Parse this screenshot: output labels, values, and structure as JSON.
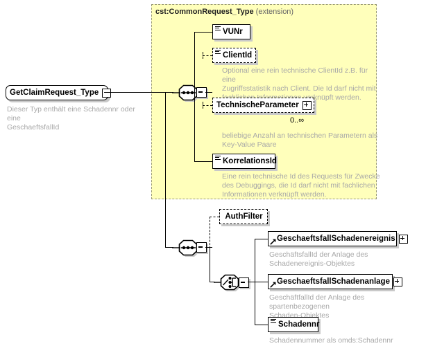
{
  "diagram": {
    "type": "xsd-schema-diagram",
    "root": {
      "name": "GetClaimRequest_Type",
      "shape": "rounded-box",
      "toggle": "collapse",
      "annotation": "Dieser Typ enthält eine Schadennr oder eine\nGeschaeftsfallId"
    },
    "extension_group": {
      "base_type": "cst:CommonRequest_Type",
      "kind": "(extension)",
      "compositor": "sequence",
      "children": [
        {
          "name": "VUNr",
          "icon": "simple-type-icon",
          "optional": false,
          "toggle": null,
          "cardinality": null,
          "annotation": null
        },
        {
          "name": "ClientId",
          "icon": "simple-type-icon",
          "optional": true,
          "toggle": null,
          "cardinality": null,
          "annotation": "Optional eine rein technische ClientId z.B. für eine\nZugriffsstatistik nach Client. Die Id darf nicht mit\nfachlichen Informationen verknüpft werden."
        },
        {
          "name": "TechnischeParameter",
          "icon": null,
          "optional": true,
          "toggle": "expand",
          "cardinality": "0..∞",
          "annotation": "beliebige Anzahl an technischen Parametern als\nKey-Value Paare"
        },
        {
          "name": "KorrelationsId",
          "icon": "simple-type-icon",
          "optional": false,
          "toggle": null,
          "cardinality": null,
          "annotation": "Eine rein technische Id des Requests für Zwecke\ndes Debuggings, die Id darf nicht mit fachlichen\nInformationen verknüpft werden."
        }
      ]
    },
    "sequence_group": {
      "compositor": "sequence",
      "children": [
        {
          "name": "AuthFilter",
          "icon": null,
          "optional": true,
          "toggle": null,
          "cardinality": null,
          "annotation": null
        }
      ],
      "choice_group": {
        "compositor": "choice",
        "children": [
          {
            "name": "GeschaeftsfallSchadenereignis",
            "icon": "reference-arrow-icon",
            "optional": false,
            "toggle": "expand",
            "cardinality": null,
            "annotation": "GeschäftsfallId der Anlage des\nSchadenereignis-Objektes"
          },
          {
            "name": "GeschaeftsfallSchadenanlage",
            "icon": "reference-arrow-icon",
            "optional": false,
            "toggle": "expand",
            "cardinality": null,
            "annotation": "GeschäftfallId der Anlage des spartenbezogenen\nSchaden-Objektes"
          },
          {
            "name": "Schadennr",
            "icon": "simple-type-icon",
            "optional": false,
            "toggle": null,
            "cardinality": null,
            "annotation": "Schadennummer als omds:Schadennr"
          }
        ]
      }
    },
    "colors": {
      "group_fill": "#ffffbb",
      "group_border": "#999977",
      "node_border": "#000000",
      "node_fill": "#ffffff",
      "shadow": "#c9c9c9",
      "annotation_text": "#a8a8a8",
      "title_text": "#333333"
    }
  }
}
